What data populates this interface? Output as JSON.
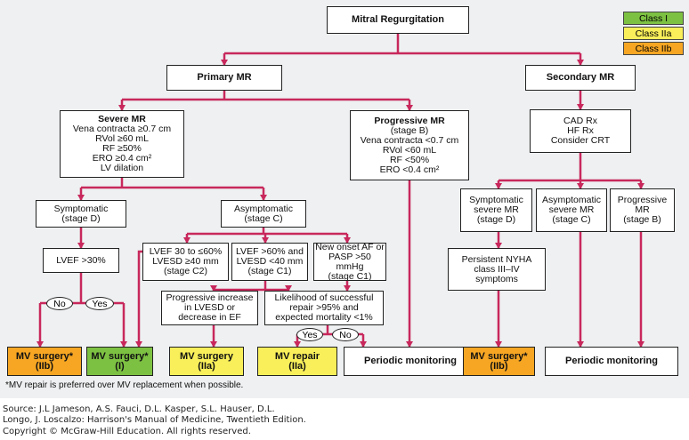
{
  "legend": {
    "class1": "Class I",
    "class2a": "Class IIa",
    "class2b": "Class IIb"
  },
  "nodes": {
    "mitral": "Mitral Regurgitation",
    "primary": "Primary MR",
    "secondary": "Secondary MR",
    "severe_title": "Severe MR",
    "severe_l1": "Vena contracta ≥0.7 cm",
    "severe_l2": "RVol ≥60 mL",
    "severe_l3": "RF ≥50%",
    "severe_l4": "ERO ≥0.4 cm²",
    "severe_l5": "LV dilation",
    "prog_title": "Progressive MR",
    "prog_l1": "(stage B)",
    "prog_l2": "Vena contracta <0.7 cm",
    "prog_l3": "RVol <60 mL",
    "prog_l4": "RF <50%",
    "prog_l5": "ERO <0.4 cm²",
    "cad_l1": "CAD Rx",
    "cad_l2": "HF Rx",
    "cad_l3": "Consider CRT",
    "symp_d_l1": "Symptomatic",
    "symp_d_l2": "(stage D)",
    "asymp_c_l1": "Asymptomatic",
    "asymp_c_l2": "(stage C)",
    "lvef30": "LVEF >30%",
    "c2_l1": "LVEF 30 to ≤60%",
    "c2_l2": "LVESD ≥40 mm",
    "c2_l3": "(stage C2)",
    "c1a_l1": "LVEF >60% and",
    "c1a_l2": "LVESD <40 mm",
    "c1a_l3": "(stage C1)",
    "c1b_l1": "New onset AF or",
    "c1b_l2": "PASP >50 mmHg",
    "c1b_l3": "(stage C1)",
    "progressive_l1": "Progressive increase",
    "progressive_l2": "in LVESD or",
    "progressive_l3": "decrease in EF",
    "likely_l1": "Likelihood of successful",
    "likely_l2": "repair >95% and",
    "likely_l3": "expected mortality <1%",
    "sec_symp_l1": "Symptomatic",
    "sec_symp_l2": "severe MR",
    "sec_symp_l3": "(stage D)",
    "sec_asymp_l1": "Asymptomatic",
    "sec_asymp_l2": "severe MR",
    "sec_asymp_l3": "(stage C)",
    "sec_prog_l1": "Progressive",
    "sec_prog_l2": "MR",
    "sec_prog_l3": "(stage B)",
    "nyha_l1": "Persistent NYHA",
    "nyha_l2": "class III–IV",
    "nyha_l3": "symptoms",
    "no1": "No",
    "yes1": "Yes",
    "yes2": "Yes",
    "no2": "No",
    "out1_l1": "MV surgery*",
    "out1_l2": "(IIb)",
    "out2_l1": "MV surgery*",
    "out2_l2": "(I)",
    "out3_l1": "MV surgery",
    "out3_l2": "(IIa)",
    "out4_l1": "MV repair",
    "out4_l2": "(IIa)",
    "out5": "Periodic monitoring",
    "out6_l1": "MV surgery*",
    "out6_l2": "(IIb)",
    "out7": "Periodic monitoring"
  },
  "footnote": "*MV repair is preferred over MV replacement when possible.",
  "source": {
    "l1": "Source: J.L Jameson, A.S. Fauci, D.L. Kasper, S.L. Hauser, D.L.",
    "l2": "Longo, J. Loscalzo: Harrison's Manual of Medicine, Twentieth Edition.",
    "l3": "Copyright © McGraw-Hill Education. All rights reserved."
  },
  "colors": {
    "arrow": "#c8285c",
    "class1": "#7dc142",
    "class2a": "#f8ef5a",
    "class2b": "#f6a623"
  }
}
